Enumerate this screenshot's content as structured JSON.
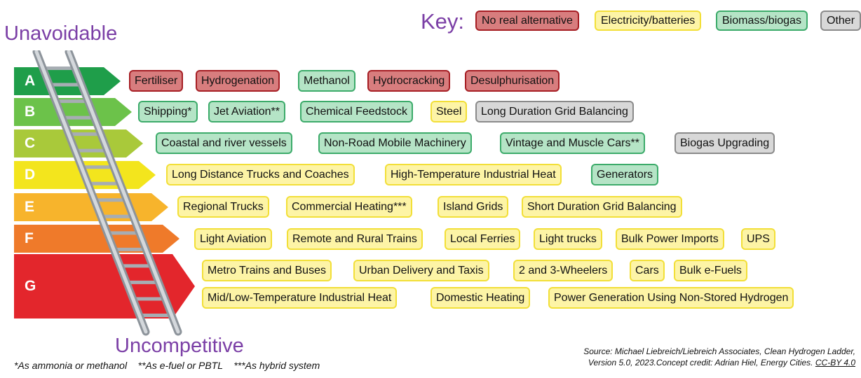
{
  "titles": {
    "top": "Unavoidable",
    "bottom": "Uncompetitive"
  },
  "legend": {
    "label": "Key:",
    "items": [
      {
        "label": "No real alternative",
        "category": "red"
      },
      {
        "label": "Electricity/batteries",
        "category": "yellow"
      },
      {
        "label": "Biomass/biogas",
        "category": "green"
      },
      {
        "label": "Other",
        "category": "grey"
      }
    ]
  },
  "colors": {
    "red_fill": "#d87d7e",
    "red_border": "#a61e24",
    "yellow_fill": "#fdf4a6",
    "yellow_border": "#f2df38",
    "green_fill": "#b5e4c6",
    "green_border": "#3cab6a",
    "grey_fill": "#d8d8d8",
    "grey_border": "#8a8a8a",
    "grade_A": "#1f9e4a",
    "grade_B": "#6cc24a",
    "grade_C": "#a9c93a",
    "grade_D": "#f3e51d",
    "grade_E": "#f7b42c",
    "grade_F": "#ef7a2a",
    "grade_G": "#e3262c",
    "title": "#7b3fa6"
  },
  "grades": [
    {
      "letter": "A",
      "items": [
        {
          "label": "Fertiliser",
          "category": "red"
        },
        {
          "label": "Hydrogenation",
          "category": "red"
        },
        {
          "label": "Methanol",
          "category": "green"
        },
        {
          "label": "Hydrocracking",
          "category": "red"
        },
        {
          "label": "Desulphurisation",
          "category": "red"
        }
      ]
    },
    {
      "letter": "B",
      "items": [
        {
          "label": "Shipping*",
          "category": "green"
        },
        {
          "label": "Jet Aviation**",
          "category": "green"
        },
        {
          "label": "Chemical Feedstock",
          "category": "green"
        },
        {
          "label": "Steel",
          "category": "yellow"
        },
        {
          "label": "Long Duration Grid Balancing",
          "category": "grey"
        }
      ]
    },
    {
      "letter": "C",
      "items": [
        {
          "label": "Coastal and river vessels",
          "category": "green"
        },
        {
          "label": "Non-Road Mobile Machinery",
          "category": "green"
        },
        {
          "label": "Vintage and Muscle Cars**",
          "category": "green"
        },
        {
          "label": "Biogas Upgrading",
          "category": "grey"
        }
      ]
    },
    {
      "letter": "D",
      "items": [
        {
          "label": "Long Distance Trucks and Coaches",
          "category": "yellow"
        },
        {
          "label": "High-Temperature Industrial Heat",
          "category": "yellow"
        },
        {
          "label": "Generators",
          "category": "green"
        }
      ]
    },
    {
      "letter": "E",
      "items": [
        {
          "label": "Regional Trucks",
          "category": "yellow"
        },
        {
          "label": "Commercial Heating***",
          "category": "yellow"
        },
        {
          "label": "Island Grids",
          "category": "yellow"
        },
        {
          "label": "Short Duration Grid Balancing",
          "category": "yellow"
        }
      ]
    },
    {
      "letter": "F",
      "items": [
        {
          "label": "Light Aviation",
          "category": "yellow"
        },
        {
          "label": "Remote and Rural Trains",
          "category": "yellow"
        },
        {
          "label": "Local Ferries",
          "category": "yellow"
        },
        {
          "label": "Light trucks",
          "category": "yellow"
        },
        {
          "label": "Bulk Power Imports",
          "category": "yellow"
        },
        {
          "label": "UPS",
          "category": "yellow"
        }
      ]
    },
    {
      "letter": "G",
      "items": [
        {
          "label": "Metro Trains and Buses",
          "category": "yellow"
        },
        {
          "label": "Urban Delivery and Taxis",
          "category": "yellow"
        },
        {
          "label": "2 and 3-Wheelers",
          "category": "yellow"
        },
        {
          "label": "Cars",
          "category": "yellow"
        },
        {
          "label": "Bulk e-Fuels",
          "category": "yellow"
        },
        {
          "label": "Mid/Low-Temperature Industrial Heat",
          "category": "yellow"
        },
        {
          "label": "Domestic Heating",
          "category": "yellow"
        },
        {
          "label": "Power Generation Using Non-Stored Hydrogen",
          "category": "yellow"
        }
      ]
    }
  ],
  "footnote": "*As ammonia or methanol    **As e-fuel or PBTL    ***As hybrid system",
  "source": {
    "line1": "Source: Michael Liebreich/Liebreich Associates, Clean Hydrogen Ladder,",
    "line2": "Version 5.0, 2023.Concept credit: Adrian Hiel, Energy Cities.",
    "license": "CC-BY 4.0"
  }
}
